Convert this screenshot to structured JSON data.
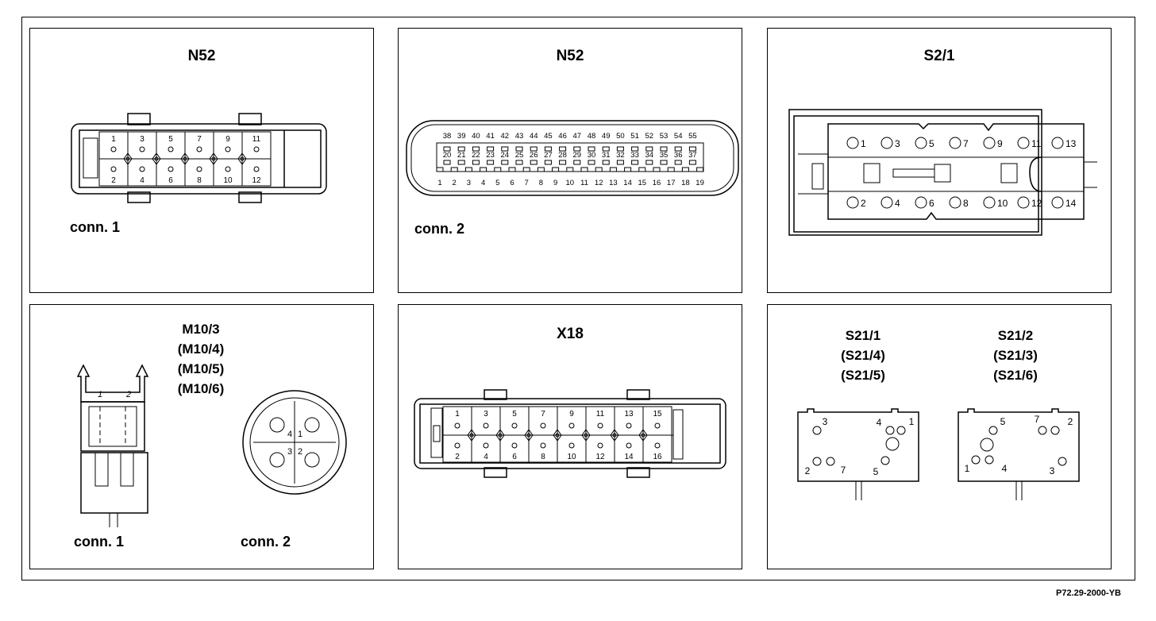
{
  "p1": {
    "title": "N52",
    "conn": "conn. 1",
    "top": [
      "1",
      "3",
      "5",
      "7",
      "9",
      "11"
    ],
    "bottom": [
      "2",
      "4",
      "6",
      "8",
      "10",
      "12"
    ]
  },
  "p2": {
    "title": "N52",
    "conn": "conn. 2",
    "row1": [
      "38",
      "39",
      "40",
      "41",
      "42",
      "43",
      "44",
      "45",
      "46",
      "47",
      "48",
      "49",
      "50",
      "51",
      "52",
      "53",
      "54",
      "55"
    ],
    "row2": [
      "20",
      "21",
      "22",
      "23",
      "24",
      "25",
      "26",
      "27",
      "28",
      "29",
      "30",
      "31",
      "32",
      "33",
      "34",
      "35",
      "36",
      "37"
    ],
    "row3": [
      "1",
      "2",
      "3",
      "4",
      "5",
      "6",
      "7",
      "8",
      "9",
      "10",
      "11",
      "12",
      "13",
      "14",
      "15",
      "16",
      "17",
      "18",
      "19"
    ]
  },
  "p3": {
    "title": "S2/1",
    "top": [
      "1",
      "3",
      "5",
      "7",
      "9",
      "11",
      "13"
    ],
    "bottom": [
      "2",
      "4",
      "6",
      "8",
      "10",
      "12",
      "14"
    ]
  },
  "p4": {
    "label": "M10/3\n(M10/4)\n(M10/5)\n(M10/6)",
    "conn1": "conn. 1",
    "conn2": "conn. 2",
    "plug_pins": [
      "1",
      "2"
    ],
    "round_pins": [
      "4",
      "1",
      "3",
      "2"
    ]
  },
  "p5": {
    "title": "X18",
    "top": [
      "1",
      "3",
      "5",
      "7",
      "9",
      "11",
      "13",
      "15"
    ],
    "bottom": [
      "2",
      "4",
      "6",
      "8",
      "10",
      "12",
      "14",
      "16"
    ]
  },
  "p6": {
    "s1": "S21/1\n(S21/4)\n(S21/5)",
    "s2": "S21/2\n(S21/3)\n(S21/6)",
    "s1_pins": [
      "3",
      "4",
      "1",
      "2",
      "7",
      "5"
    ],
    "s2_pins": [
      "5",
      "7",
      "2",
      "1",
      "4",
      "3"
    ]
  },
  "ref": "P72.29-2000-YB"
}
